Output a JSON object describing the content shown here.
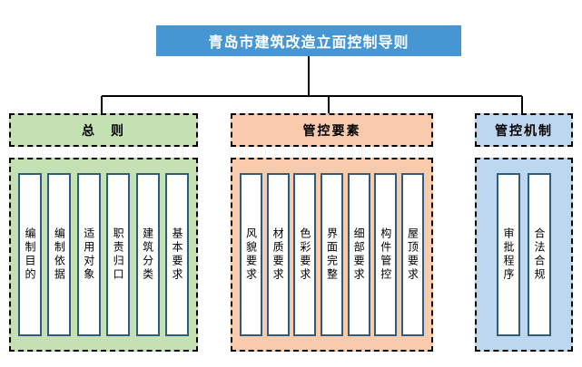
{
  "title": "青岛市建筑改造立面控制导则",
  "colors": {
    "title-bg": "#4596d2",
    "title-text": "#ffffff",
    "general-bg": "#c5e0b3",
    "elements-bg": "#f8cbad",
    "mechanism-bg": "#bdd7ee",
    "item-border": "#2f5b7d",
    "border-dash": "#000000",
    "connector": "#000000"
  },
  "sections": [
    {
      "label": "总　则",
      "items": [
        "编制目的",
        "编制依据",
        "适用对象",
        "职责归口",
        "建筑分类",
        "基本要求"
      ]
    },
    {
      "label": "管控要素",
      "items": [
        "风貌要求",
        "材质要求",
        "色彩要求",
        "界面完整",
        "细部要求",
        "构件管控",
        "屋顶要求"
      ]
    },
    {
      "label": "管控机制",
      "items": [
        "审批程序",
        "合法合规"
      ]
    }
  ]
}
